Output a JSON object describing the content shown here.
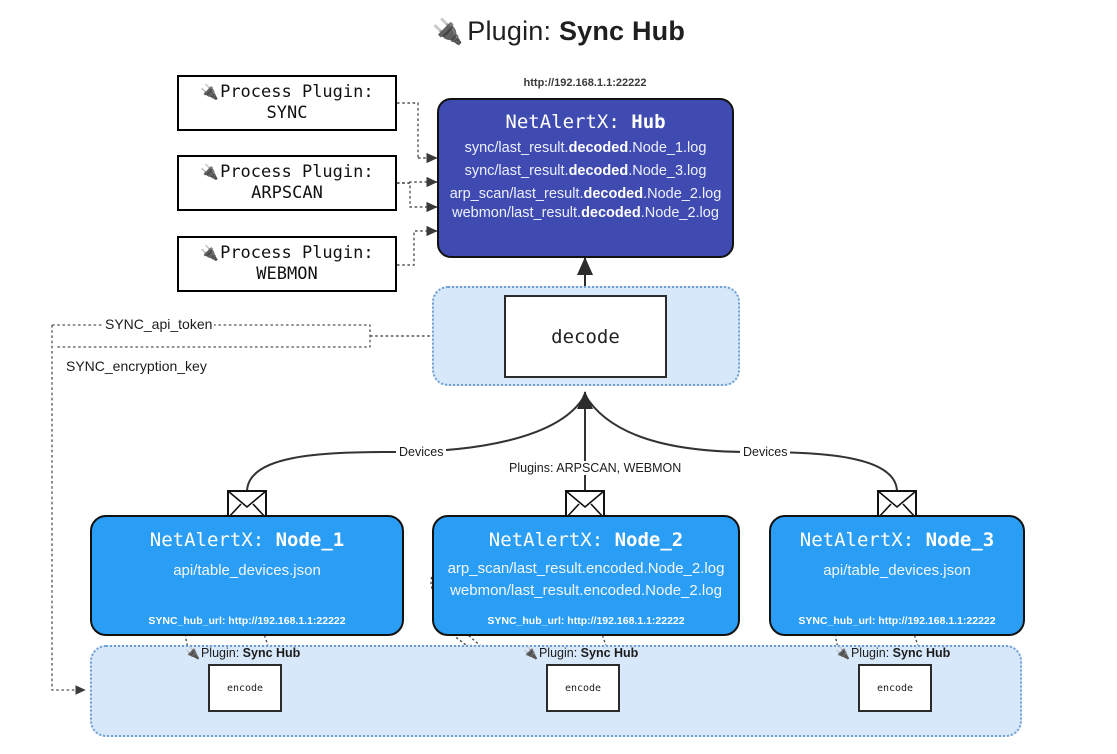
{
  "title": {
    "icon": "plug-icon",
    "prefix": "Plugin: ",
    "name": "Sync Hub"
  },
  "process_plugins": [
    {
      "icon": "plug-icon",
      "line1": "Process Plugin:",
      "line2": "SYNC"
    },
    {
      "icon": "plug-icon",
      "line1": "Process Plugin:",
      "line2": "ARPSCAN"
    },
    {
      "icon": "plug-icon",
      "line1": "Process Plugin:",
      "line2": "WEBMON"
    }
  ],
  "hub": {
    "url": "http://192.168.1.1:22222",
    "title_prefix": "NetAlertX: ",
    "title_name": "Hub",
    "color": "#3f4bb0",
    "logs": [
      {
        "pre": "sync/last_result.",
        "mid": "decoded",
        "post": ".Node_1.log"
      },
      {
        "pre": "sync/last_result.",
        "mid": "decoded",
        "post": ".Node_3.log"
      },
      {
        "pre": "arp_scan/last_result.",
        "mid": "decoded",
        "post": ".Node_2.log"
      },
      {
        "pre": "webmon/last_result.",
        "mid": "decoded",
        "post": ".Node_2.log"
      }
    ]
  },
  "decode": {
    "label": "decode",
    "container_color": "#d7e8fa"
  },
  "keys": [
    {
      "label": "SYNC_api_token"
    },
    {
      "label": "SYNC_encryption_key"
    }
  ],
  "edges": [
    {
      "label": "Devices"
    },
    {
      "label": "Plugins: ARPSCAN, WEBMON"
    },
    {
      "label": "Devices"
    }
  ],
  "nodes": [
    {
      "icon": "envelope-icon",
      "title_prefix": "NetAlertX: ",
      "title_name": "Node_1",
      "lines": [
        "api/table_devices.json"
      ],
      "footer": "SYNC_hub_url: http://192.168.1.1:22222",
      "color": "#2a9df4"
    },
    {
      "icon": "envelope-icon",
      "title_prefix": "NetAlertX: ",
      "title_name": "Node_2",
      "lines": [
        "arp_scan/last_result.encoded.Node_2.log",
        "webmon/last_result.encoded.Node_2.log"
      ],
      "footer": "SYNC_hub_url: http://192.168.1.1:22222",
      "color": "#2a9df4"
    },
    {
      "icon": "envelope-icon",
      "title_prefix": "NetAlertX: ",
      "title_name": "Node_3",
      "lines": [
        "api/table_devices.json"
      ],
      "footer": "SYNC_hub_url: http://192.168.1.1:22222",
      "color": "#2a9df4"
    }
  ],
  "encoders": [
    {
      "icon": "plug-icon",
      "tag_prefix": "Plugin: ",
      "tag_name": "Sync Hub",
      "label": "encode"
    },
    {
      "icon": "plug-icon",
      "tag_prefix": "Plugin: ",
      "tag_name": "Sync Hub",
      "label": "encode"
    },
    {
      "icon": "plug-icon",
      "tag_prefix": "Plugin: ",
      "tag_name": "Sync Hub",
      "label": "encode"
    }
  ]
}
